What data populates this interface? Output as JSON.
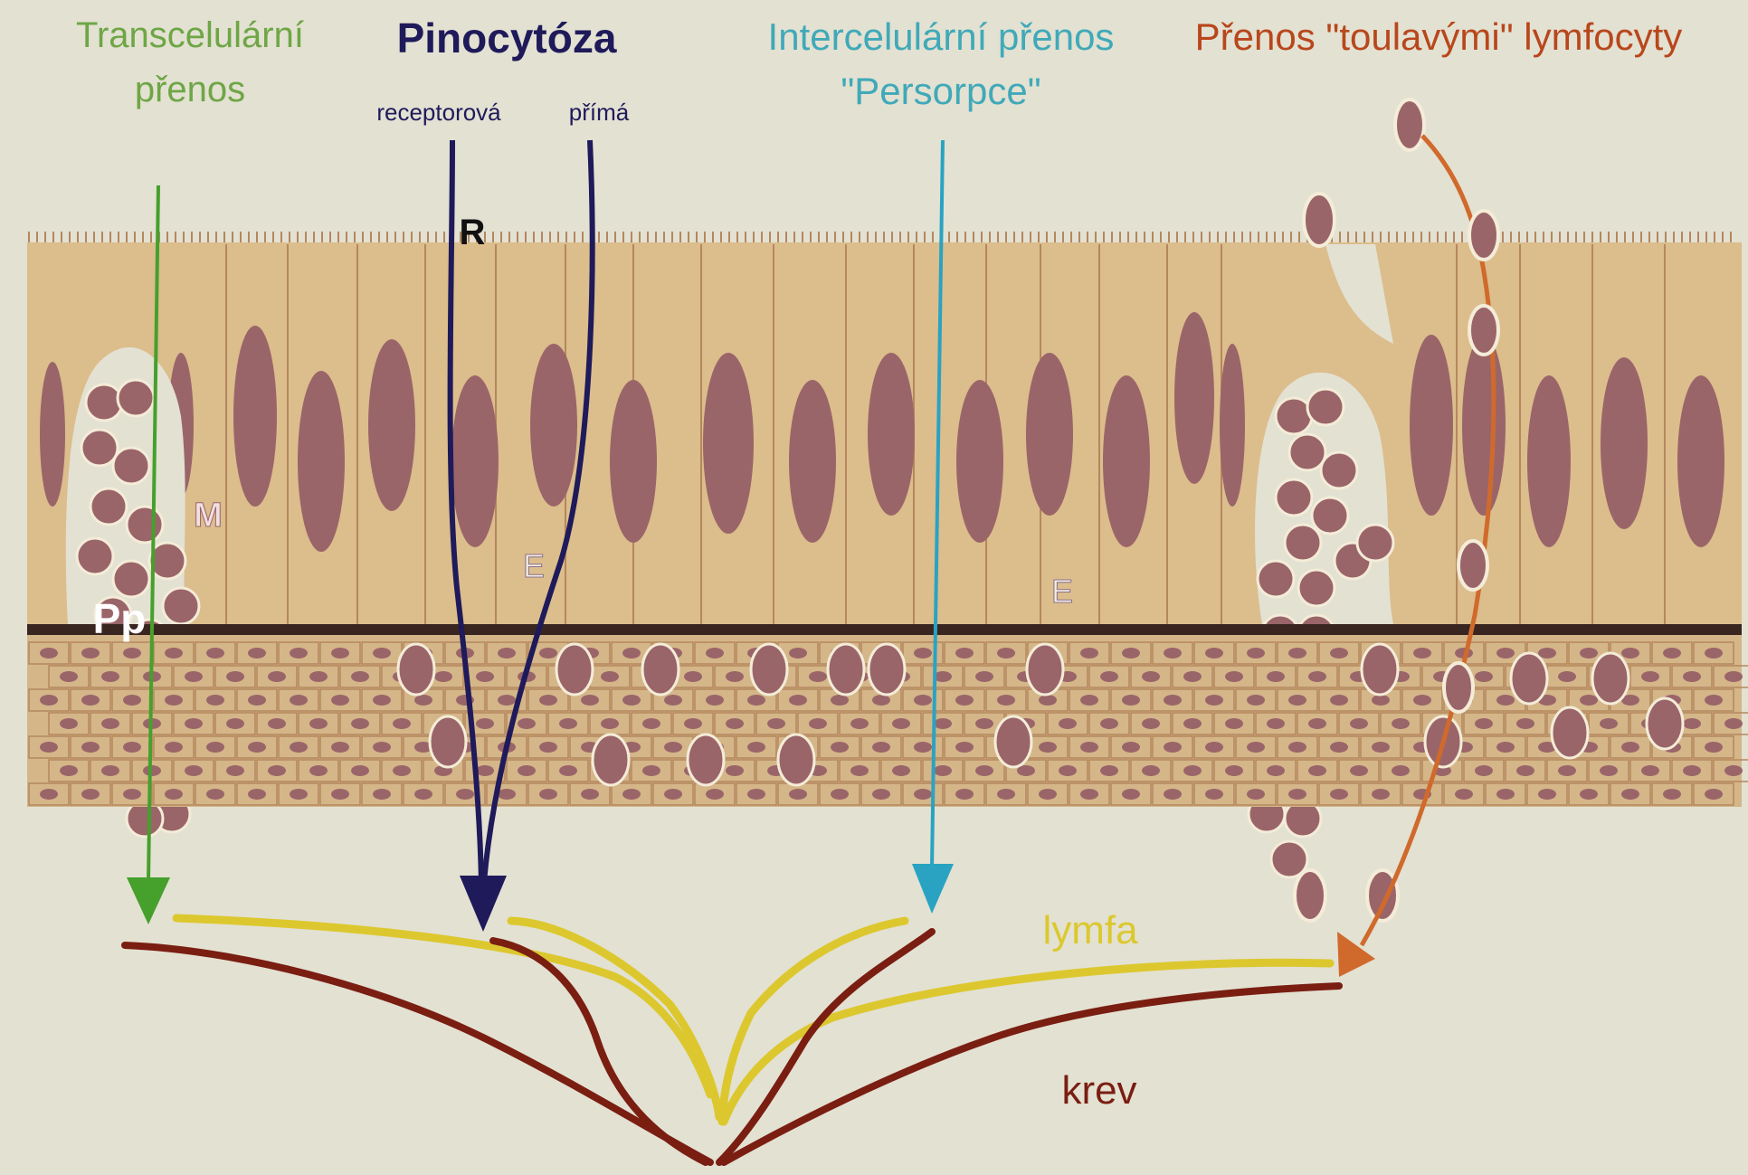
{
  "diagram": {
    "headings": {
      "transcellular_line1": "Transcelulární",
      "transcellular_line2": "přenos",
      "pinocytosis": "Pinocytóza",
      "receptor": "receptorová",
      "direct": "přímá",
      "intercellular_line1": "Intercelulární přenos",
      "intercellular_line2": "\"Persorpce\"",
      "lymphocytes": "Přenos \"toulavými\" lymfocyty"
    },
    "labels": {
      "r": "R",
      "e1": "E",
      "e2": "E",
      "m": "M",
      "pp": "Pp",
      "lymph": "lymfa",
      "blood": "krev"
    },
    "colors": {
      "background": "#e3e1d2",
      "cell_fill": "#dcbd8c",
      "cell_border": "#b5875e",
      "nucleus": "#9a6569",
      "basement": "#3a2620",
      "transcellular": "#45a02c",
      "pinocytosis": "#1f1a5a",
      "intercellular": "#2aa3c2",
      "lymphocyte_path": "#d06a2c",
      "lymph_vessel": "#dcc82e",
      "blood_vessel": "#7a1e12",
      "heading_transcellular": "#6ea645",
      "heading_pinocytosis": "#1f1a5a",
      "heading_intercellular": "#40a9b8",
      "heading_lymphocytes": "#b8471c"
    }
  }
}
